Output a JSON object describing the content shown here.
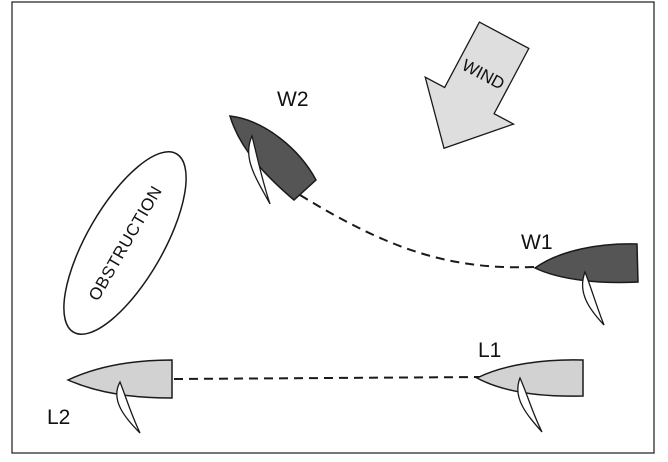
{
  "labels": {
    "wind": "WIND",
    "obstruction": "OBSTRUCTION",
    "w1": "W1",
    "w2": "W2",
    "l1": "L1",
    "l2": "L2"
  },
  "colors": {
    "windward_boat": "#555555",
    "leeward_boat": "#d2d2d2",
    "wind_arrow": "#dedede",
    "outline": "#1a1a1a",
    "background": "#ffffff"
  },
  "icons": {
    "wind": "arrow-down-left-icon",
    "boat": "sailboat-hull-icon"
  }
}
